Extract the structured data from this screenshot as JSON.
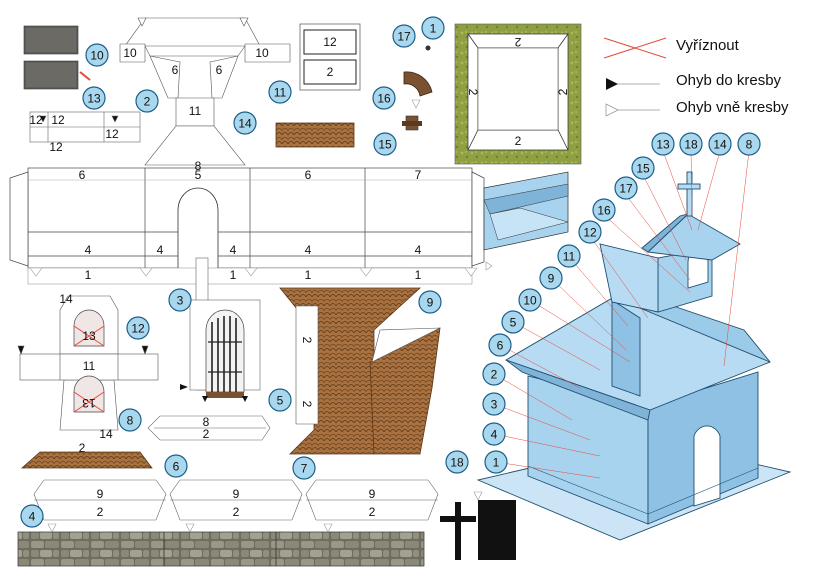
{
  "legend": {
    "cut": "Vyříznout",
    "fold_in": "Ohyb do kresby",
    "fold_out": "Ohyb vně kresby"
  },
  "colors": {
    "callout_fill": "#a9d7ee",
    "callout_stroke": "#1c5f8a",
    "church_wall": "#a8d3ef",
    "church_wall_dark": "#7fb3d8",
    "roof_tile": "#a8713f",
    "stone": "#8b8a7a",
    "grass": "#8fa043",
    "cut_line": "#e64a3a"
  },
  "callouts": {
    "c10": "10",
    "c2": "2",
    "c13a": "13",
    "c11a": "11",
    "c14": "14",
    "c17": "17",
    "c1a": "1",
    "c16": "16",
    "c15": "15",
    "c12": "12",
    "c3": "3",
    "c9": "9",
    "c8": "8",
    "c5": "5",
    "c6": "6",
    "c7": "7",
    "c4": "4",
    "c18": "18",
    "m13": "13",
    "m18": "18",
    "m14": "14",
    "m8": "8",
    "m15": "15",
    "m17": "17",
    "m16": "16",
    "m12": "12",
    "m11": "11",
    "m9": "9",
    "m10": "10",
    "m5": "5",
    "m6": "6",
    "m2": "2",
    "m3": "3",
    "m4": "4",
    "m1": "1"
  },
  "part_labels": {
    "p12_box": "12",
    "p2_box": "2",
    "wall_6a": "6",
    "wall_6b": "6",
    "wall_11": "11",
    "wall_8": "8",
    "strip_6a": "6",
    "strip_5": "5",
    "strip_6b": "6",
    "strip_7": "7",
    "panel_4a": "4",
    "panel_4b": "4",
    "panel_4c": "4",
    "panel_4d": "4",
    "panel_4e": "4",
    "base_1a": "1",
    "base_1b": "1",
    "base_1c": "1",
    "base_1d": "1",
    "tower_11": "11",
    "tower_13a": "13",
    "tower_13b": "13",
    "tower_14a": "14",
    "tower_14b": "14",
    "flap_12a": "12",
    "flap_12b": "12",
    "flap_12c": "12",
    "flap_12d": "12",
    "frame_2top": "2",
    "frame_2left": "2",
    "frame_2right": "2",
    "frame_2bot": "2",
    "roof_2a": "2",
    "roof_2b": "2",
    "roof8_label": "8",
    "roof8_small": "2",
    "eave_9a": "9",
    "eave_2a": "2",
    "eave_9b": "9",
    "eave_2b": "2",
    "eave_9c": "9",
    "eave_2c": "2",
    "tab_10a": "10",
    "tab_10b": "10",
    "r8_a": "8",
    "r8_b": "2",
    "r8_c": "2"
  }
}
